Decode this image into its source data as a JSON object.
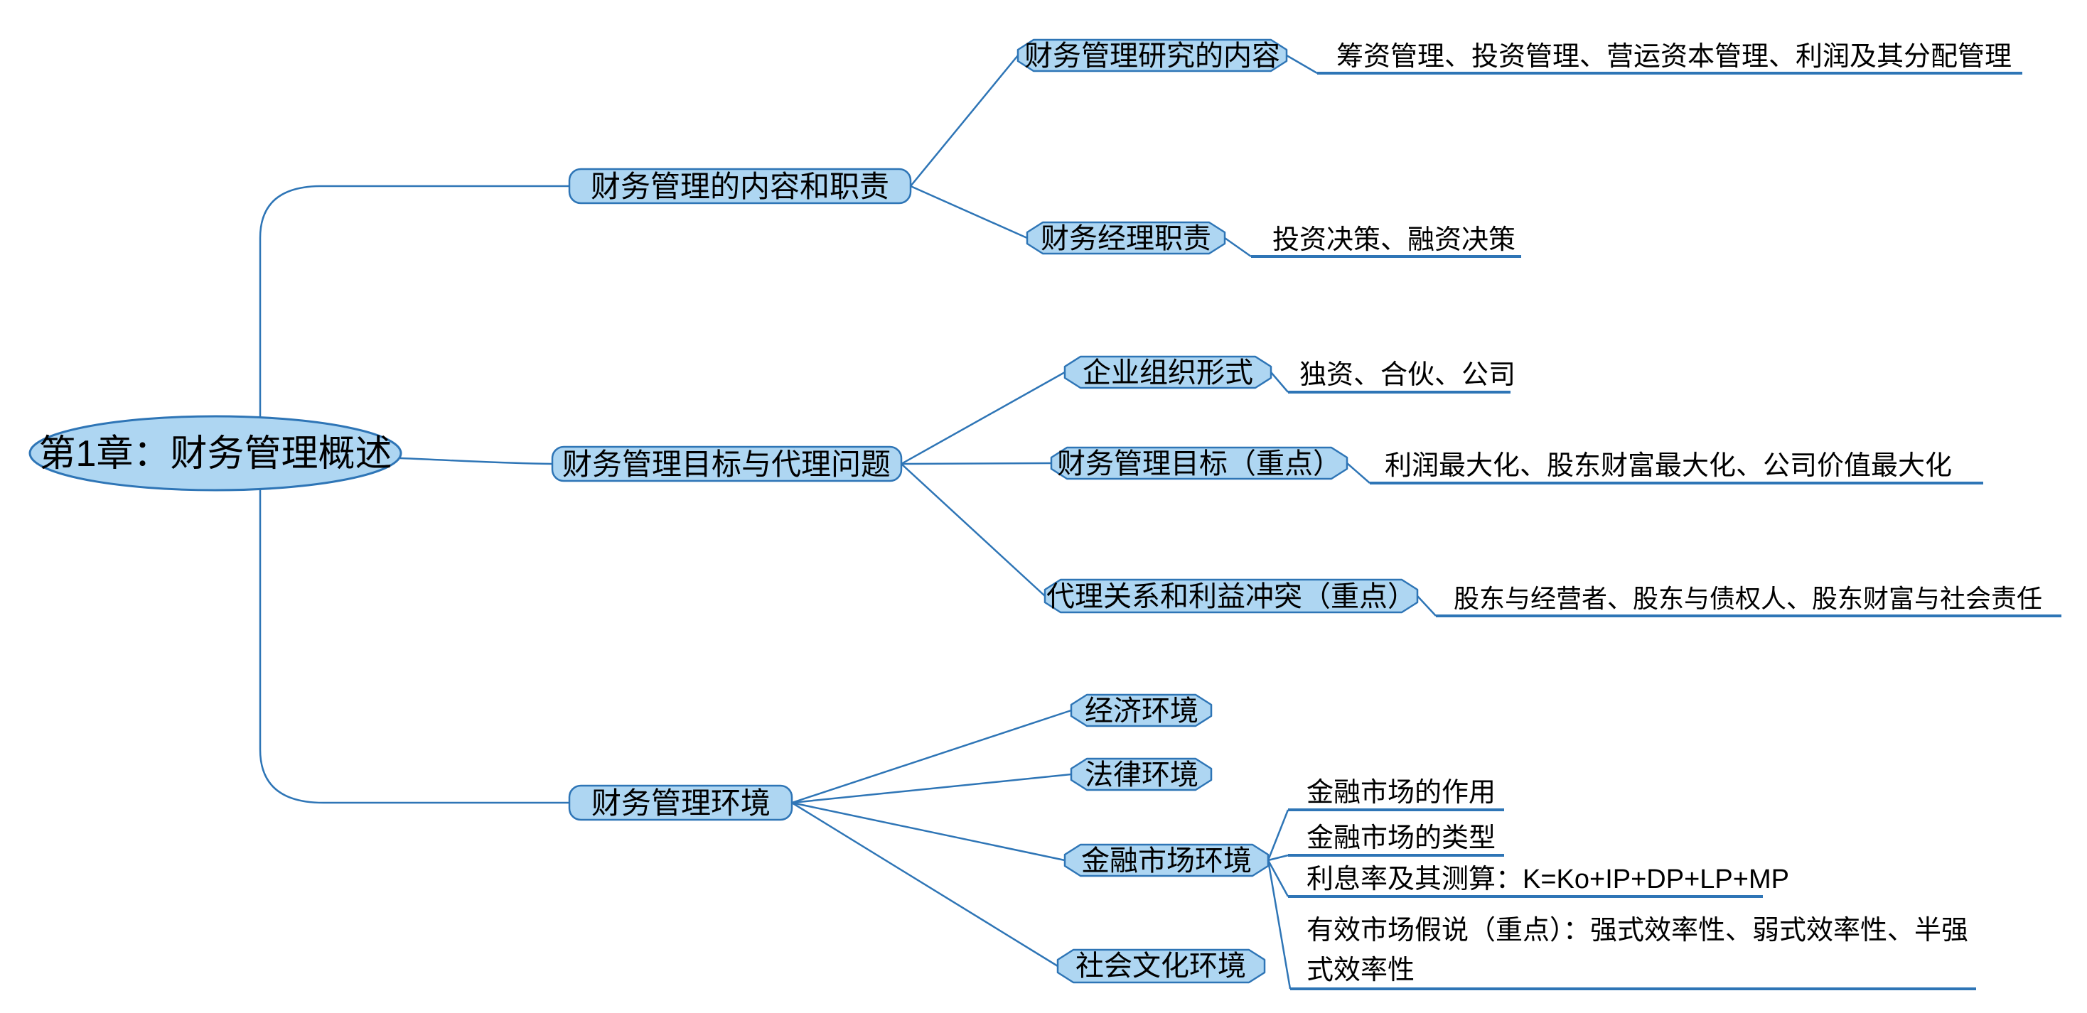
{
  "root": {
    "label": "第1章：财务管理概述"
  },
  "branches": [
    {
      "label": "财务管理的内容和职责",
      "children": [
        {
          "label": "财务管理研究的内容",
          "note": "筹资管理、投资管理、营运资本管理、利润及其分配管理"
        },
        {
          "label": "财务经理职责",
          "note": "投资决策、融资决策"
        }
      ]
    },
    {
      "label": "财务管理目标与代理问题",
      "children": [
        {
          "label": "企业组织形式",
          "note": "独资、合伙、公司"
        },
        {
          "label": "财务管理目标（重点）",
          "note": "利润最大化、股东财富最大化、公司价值最大化"
        },
        {
          "label": "代理关系和利益冲突（重点）",
          "note": "股东与经营者、股东与债权人、股东财富与社会责任"
        }
      ]
    },
    {
      "label": "财务管理环境",
      "children": [
        {
          "label": "经济环境"
        },
        {
          "label": "法律环境"
        },
        {
          "label": "金融市场环境",
          "notes": [
            {
              "text": "金融市场的作用"
            },
            {
              "text": "金融市场的类型"
            },
            {
              "text": "利息率及其测算：K=Ko+IP+DP+LP+MP"
            },
            {
              "line1": "有效市场假说（重点）：强式效率性、弱式效率性、半强",
              "line2": "式效率性"
            }
          ]
        },
        {
          "label": "社会文化环境"
        }
      ]
    }
  ],
  "colors": {
    "node_fill": "#aed6f2",
    "node_stroke": "#2e75b6",
    "connector": "#2e75b6",
    "text": "#000000",
    "background": "#ffffff"
  }
}
